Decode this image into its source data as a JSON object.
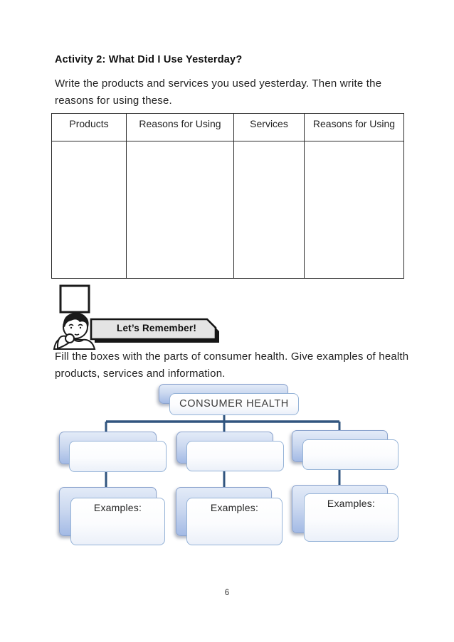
{
  "page_number": "6",
  "activity": {
    "title": "Activity 2: What Did I Use Yesterday?",
    "instructions": "Write the products and services you used yesterday. Then write the reasons for using these.",
    "table": {
      "headers": [
        "Products",
        "Reasons for Using",
        "Services",
        "Reasons for Using"
      ],
      "rows": [
        [
          "",
          "",
          "",
          ""
        ]
      ]
    }
  },
  "remember_section": {
    "banner_label": "Let’s Remember!",
    "instructions": "Fill the boxes with the parts of consumer health.  Give examples of health products, services and information.",
    "illustration": "thinking-child-with-blank-sign"
  },
  "diagram": {
    "type": "hierarchy",
    "root_label": "CONSUMER HEALTH",
    "branches": [
      {
        "part_label": "",
        "examples_label": "Examples:"
      },
      {
        "part_label": "",
        "examples_label": "Examples:"
      },
      {
        "part_label": "",
        "examples_label": "Examples:"
      }
    ],
    "colors": {
      "connector": "#31557f",
      "box_border": "#95b3d7",
      "back_box_top": "#e3ebf8",
      "back_box_bottom": "#a3bae5"
    }
  }
}
